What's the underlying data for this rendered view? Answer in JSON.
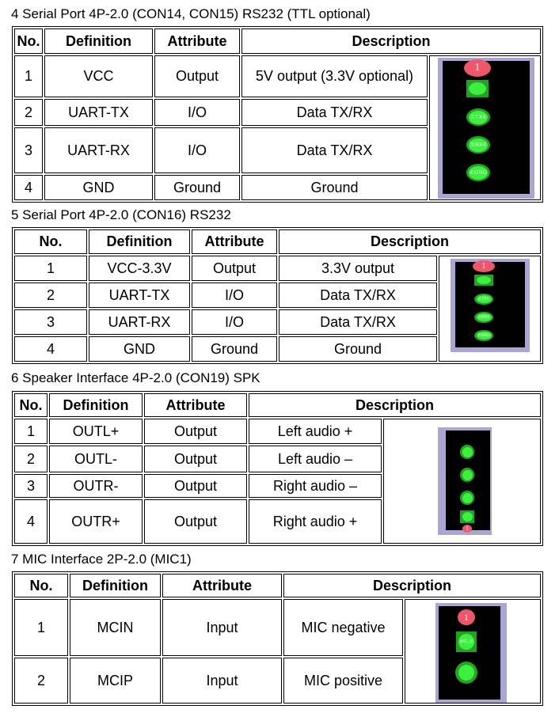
{
  "sections": [
    {
      "title": "4 Serial Port 4P-2.0 (CON14, CON15) RS232 (TTL optional)",
      "headers": [
        "No.",
        "Definition",
        "Attribute",
        "Description"
      ],
      "rows": [
        [
          "1",
          "VCC",
          "Output",
          "5V output (3.3V optional)"
        ],
        [
          "2",
          "UART-TX",
          "I/O",
          "Data TX/RX"
        ],
        [
          "3",
          "UART-RX",
          "I/O",
          "Data TX/RX"
        ],
        [
          "4",
          "GND",
          "Ground",
          "Ground"
        ]
      ],
      "pins": [
        "1",
        "2:TX4",
        "3:RX4",
        "4:GND"
      ]
    },
    {
      "title": "5 Serial Port 4P-2.0 (CON16) RS232",
      "headers": [
        "No.",
        "Definition",
        "Attribute",
        "Description"
      ],
      "rows": [
        [
          "1",
          "VCC-3.3V",
          "Output",
          "3.3V output"
        ],
        [
          "2",
          "UART-TX",
          "I/O",
          "Data TX/RX"
        ],
        [
          "3",
          "UART-RX",
          "I/O",
          "Data TX/RX"
        ],
        [
          "4",
          "GND",
          "Ground",
          "Ground"
        ]
      ],
      "pins": [
        "1",
        "2:TX4",
        "3:RX4",
        "4:GND"
      ]
    },
    {
      "title": "6 Speaker Interface 4P-2.0 (CON19) SPK",
      "headers": [
        "No.",
        "Definition",
        "Attribute",
        "Description"
      ],
      "rows": [
        [
          "1",
          "OUTL+",
          "Output",
          "Left audio +"
        ],
        [
          "2",
          "OUTL-",
          "Output",
          "Left audio –"
        ],
        [
          "3",
          "OUTR-",
          "Output",
          "Right audio –"
        ],
        [
          "4",
          "OUTR+",
          "Output",
          "Right audio +"
        ]
      ],
      "pins": [
        "1"
      ]
    },
    {
      "title": "7 MIC Interface 2P-2.0 (MIC1)",
      "headers": [
        "No.",
        "Definition",
        "Attribute",
        "Description"
      ],
      "rows": [
        [
          "1",
          "MCIN",
          "Input",
          "MIC negative"
        ],
        [
          "2",
          "MCIP",
          "Input",
          "MIC positive"
        ]
      ],
      "pins": [
        "1",
        "MIC_N"
      ]
    }
  ]
}
